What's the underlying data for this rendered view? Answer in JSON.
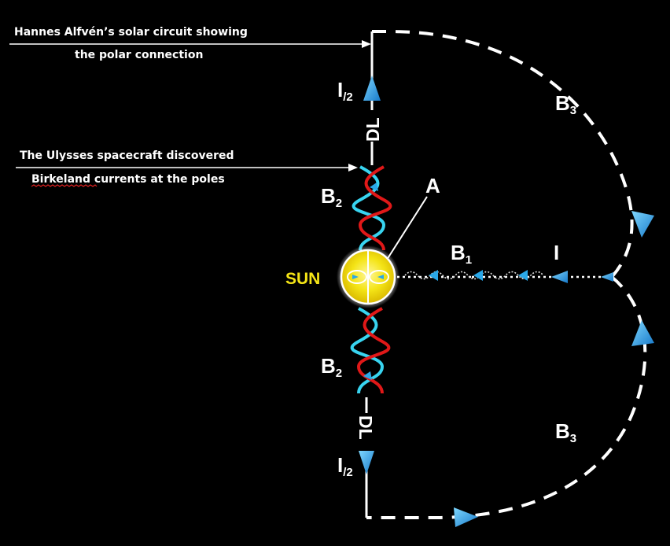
{
  "notes": {
    "alfven_line1": "Hannes Alfvén’s solar circuit showing",
    "alfven_line2": "the polar connection",
    "ulysses_line1": "The Ulysses spacecraft discovered",
    "ulysses_word": "Birkeland",
    "ulysses_rest": " currents at the poles"
  },
  "labels": {
    "sun": "SUN",
    "a": "A",
    "b1_base": "B",
    "b1_sub": "1",
    "b2_base": "B",
    "b2_sub": "2",
    "b3_base": "B",
    "b3_sub": "3",
    "i": "I",
    "i_half_base": "I",
    "i_half_sub": "/2",
    "dl": "DL"
  },
  "colors": {
    "background": "#000000",
    "line": "#ffffff",
    "arrow": "#2aa8e8",
    "helix_red": "#e01818",
    "helix_cyan": "#38d4f0",
    "sun": "#f4e416",
    "sun_label": "#f4e416",
    "spellcheck": "#e02020"
  }
}
